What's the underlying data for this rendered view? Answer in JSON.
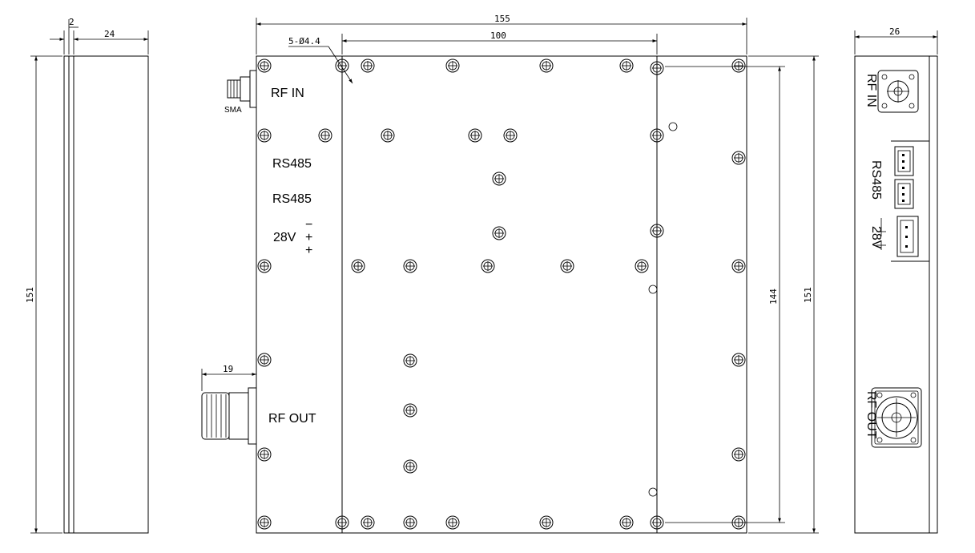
{
  "dimensions": {
    "side_wall": "2",
    "side_depth": "24",
    "side_height": "151",
    "top_width": "155",
    "inner_width": "100",
    "holes_callout": "5-Ø4.4",
    "inner_height": "144",
    "top_height": "151",
    "end_width": "26",
    "rf_out_length": "19"
  },
  "labels": {
    "rf_in": "RF IN",
    "sma": "SMA",
    "rs485_a": "RS485",
    "rs485_b": "RS485",
    "v28": "28V",
    "minus": "−",
    "plus_a": "+",
    "plus_b": "+",
    "rf_out": "RF OUT"
  },
  "end_labels": {
    "rf_in": "RF IN",
    "rs485": "RS485",
    "v28": "28V",
    "rf_out": "RF OUT"
  }
}
